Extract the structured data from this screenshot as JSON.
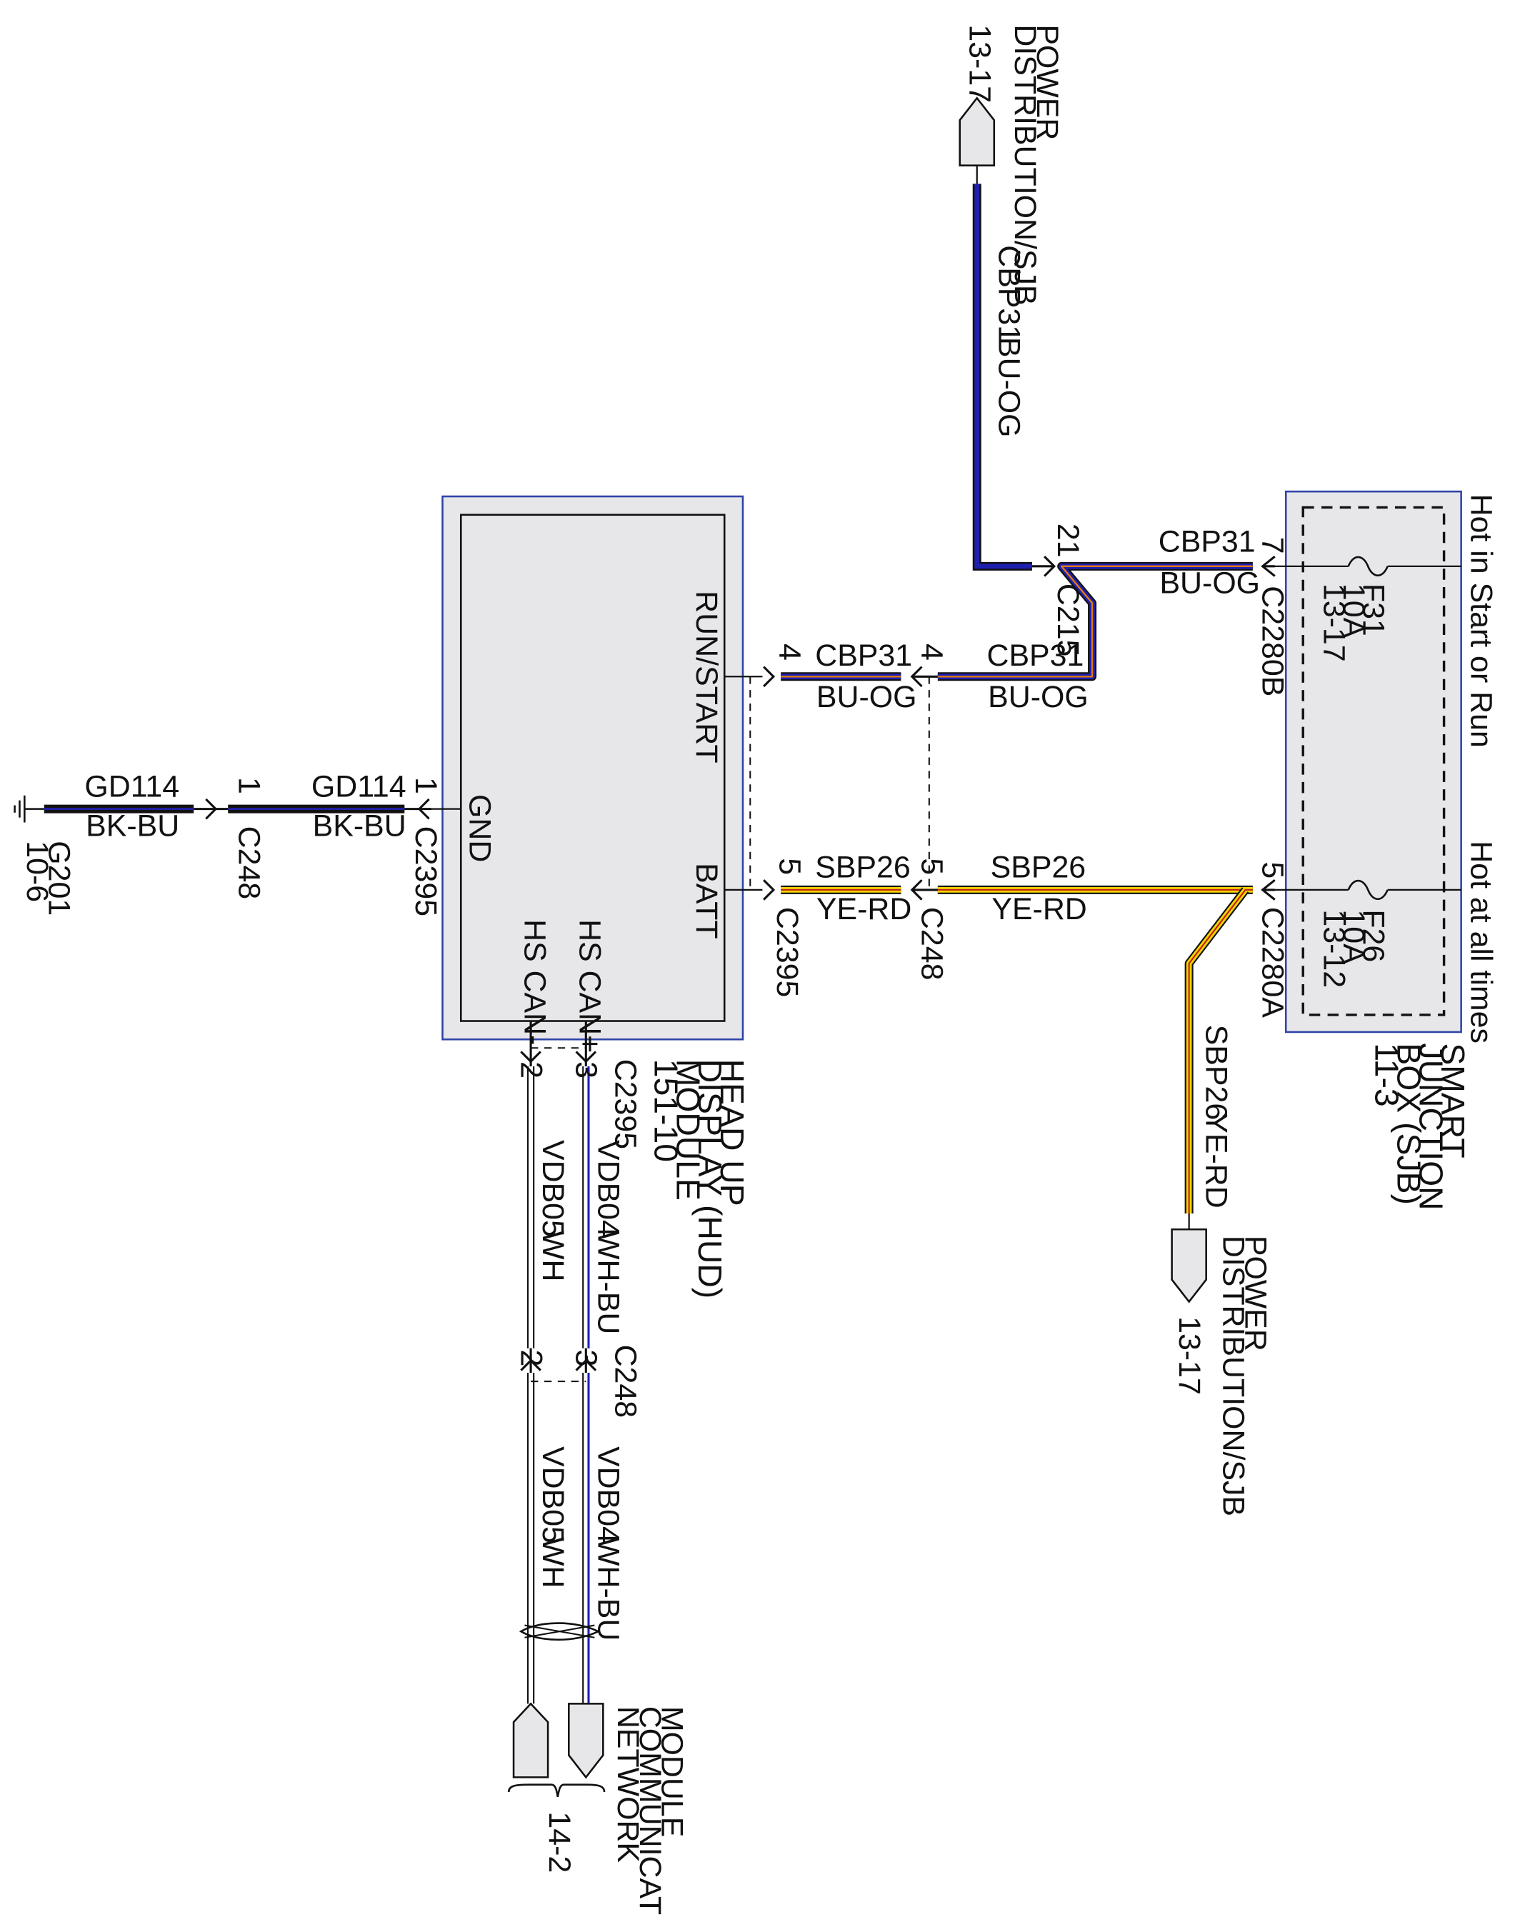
{
  "colors": {
    "blue": "#1f1fb0",
    "orange": "#e07a10",
    "yellow": "#f2d400",
    "red": "#c41a1a",
    "black": "#111111",
    "white": "#ffffff",
    "box_fill": "#e7e7ea",
    "frame": "#2f44a8"
  },
  "modules": {
    "hud": {
      "l1": "HEAD UP",
      "l2": "DISPLAY (HUD)",
      "l3": "MODULE",
      "l4": "151-10"
    },
    "sjb": {
      "l1": "SMART",
      "l2": "JUNCTION",
      "l3": "BOX (SJB)",
      "l4": "11-3"
    }
  },
  "pins": {
    "run_start": "RUN/START",
    "batt": "BATT",
    "gnd": "GND",
    "hs_can_plus": "HS CAN+",
    "hs_can_minus": "HS CAN-"
  },
  "sjb_notes": {
    "hot_start_run": "Hot in Start or Run",
    "hot_all_times": "Hot at all times"
  },
  "fuses": {
    "f31": {
      "name": "F31",
      "rating": "10A",
      "ref": "13-17"
    },
    "f26": {
      "name": "F26",
      "rating": "10A",
      "ref": "13-12"
    }
  },
  "connectors": {
    "c2395": "C2395",
    "c248": "C248",
    "c215": "C215",
    "c2280b": "C2280B",
    "c2280a": "C2280A"
  },
  "pin_numbers": {
    "p1": "1",
    "p2": "2",
    "p3": "3",
    "p4": "4",
    "p5": "5",
    "p7": "7",
    "p21": "21"
  },
  "circuits": {
    "cbp31": "CBP31",
    "bu_og": "BU-OG",
    "sbp26": "SBP26",
    "ye_rd": "YE-RD",
    "gd114": "GD114",
    "bk_bu": "BK-BU",
    "vdb04": "VDB04",
    "wh_bu": "WH-BU",
    "vdb05": "VDB05",
    "wh": "WH"
  },
  "ground": {
    "name": "G201",
    "ref": "10-6"
  },
  "refs": {
    "power_dist_l1": "POWER",
    "power_dist_l2": "DISTRIBUTION/SJB",
    "power_dist_ref": "13-17",
    "mcn_l1": "MODULE",
    "mcn_l2": "COMMUNICATIONS",
    "mcn_l3": "NETWORK",
    "mcn_ref": "14-2"
  }
}
